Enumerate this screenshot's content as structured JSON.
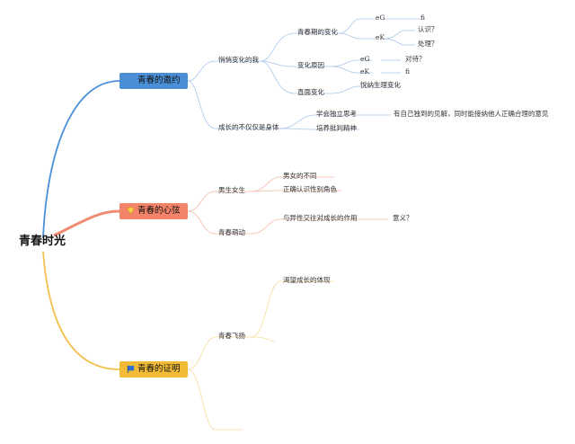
{
  "colors": {
    "branch1": "#4a90d9",
    "branch1_bg": "#4a8fd6",
    "branch2": "#f08a70",
    "branch2_bg": "#f3846a",
    "branch3": "#f2c14e",
    "branch3_bg": "#f2bb36",
    "line1": "#a9c6ea",
    "line2": "#f6b9a8",
    "line3": "#f5dc9a"
  },
  "root": {
    "label": "青春时光"
  },
  "branches": [
    {
      "label": "青春的邀约",
      "icon": "blank-icon",
      "children": [
        {
          "label": "悄悄变化的我",
          "children": [
            {
              "label": "青春期的变化",
              "children": [
                {
                  "label": "eG",
                  "children": [
                    {
                      "label": "fi"
                    }
                  ]
                },
                {
                  "label": "eK",
                  "children": [
                    {
                      "label": "认识？"
                    },
                    {
                      "label": "处理？"
                    }
                  ]
                }
              ]
            },
            {
              "label": "变化原因",
              "children": [
                {
                  "label": "eG",
                  "children": [
                    {
                      "label": "对待？"
                    }
                  ]
                },
                {
                  "label": "eK",
                  "children": [
                    {
                      "label": "fi"
                    }
                  ]
                }
              ]
            },
            {
              "label": "直面变化",
              "children": [
                {
                  "label": "悦纳生理变化"
                }
              ]
            }
          ]
        },
        {
          "label": "成长的不仅仅是身体",
          "children": [
            {
              "label": "学会独立思考",
              "children": [
                {
                  "label": "有自己独到的见解，同时能接纳他人正确合理的意见"
                }
              ]
            },
            {
              "label": "培养批判精神"
            }
          ]
        }
      ]
    },
    {
      "label": "青春的心弦",
      "icon": "gem-icon",
      "children": [
        {
          "label": "男生女生",
          "children": [
            {
              "label": "男女的不同"
            },
            {
              "label": "正确认识性别角色"
            }
          ]
        },
        {
          "label": "青春萌动",
          "children": [
            {
              "label": "与异性交往对成长的作用",
              "children": [
                {
                  "label": "意义？"
                }
              ]
            }
          ]
        }
      ]
    },
    {
      "label": "青春的证明",
      "icon": "flag-icon",
      "children": [
        {
          "label": "青春飞扬",
          "children": [
            {
              "label": "渴望成长的体现"
            }
          ]
        }
      ]
    }
  ]
}
